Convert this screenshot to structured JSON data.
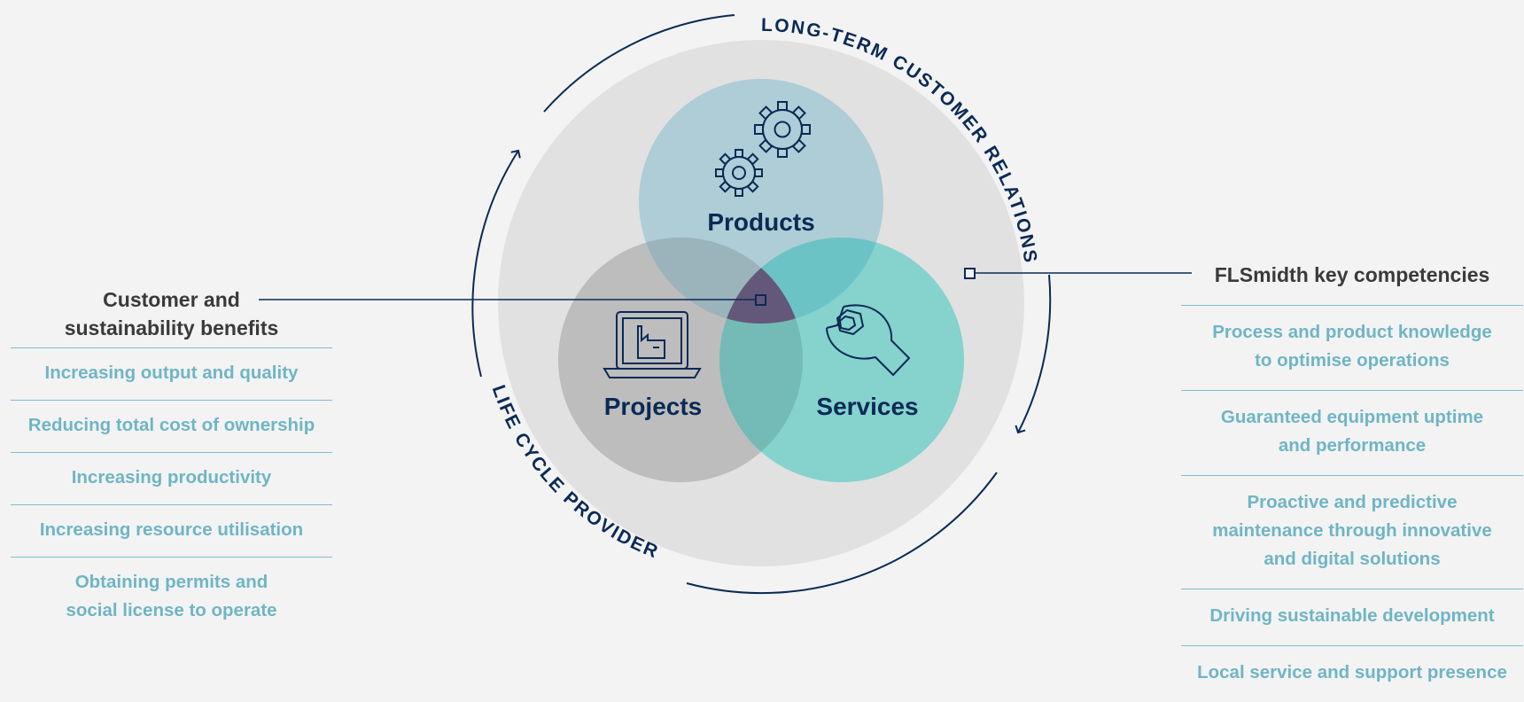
{
  "diagram": {
    "arc_labels": {
      "top": "LONG-TERM CUSTOMER RELATIONS",
      "bottom": "LIFE CYCLE PROVIDER"
    },
    "circles": [
      {
        "label": "Products",
        "icon": "gears-icon"
      },
      {
        "label": "Projects",
        "icon": "laptop-factory-icon"
      },
      {
        "label": "Services",
        "icon": "wrench-icon"
      }
    ],
    "colors": {
      "navy": "#0a2a55",
      "products": "#aecdd6",
      "projects": "#bdbdbd",
      "services": "#86d2cd",
      "center": "#63587a",
      "outer_circle": "#e1e1e1",
      "list_text": "#6fb5c5"
    }
  },
  "left_panel": {
    "heading": "Customer and\nsustainability benefits",
    "items": [
      "Increasing output and quality",
      "Reducing total cost of ownership",
      "Increasing productivity",
      "Increasing resource utilisation",
      "Obtaining permits and\nsocial license to operate"
    ]
  },
  "right_panel": {
    "heading": "FLSmidth key competencies",
    "items": [
      "Process and product knowledge\nto optimise operations",
      "Guaranteed equipment uptime\nand performance",
      "Proactive and predictive\nmaintenance through innovative\nand digital solutions",
      "Driving sustainable development",
      "Local service and support presence"
    ]
  }
}
